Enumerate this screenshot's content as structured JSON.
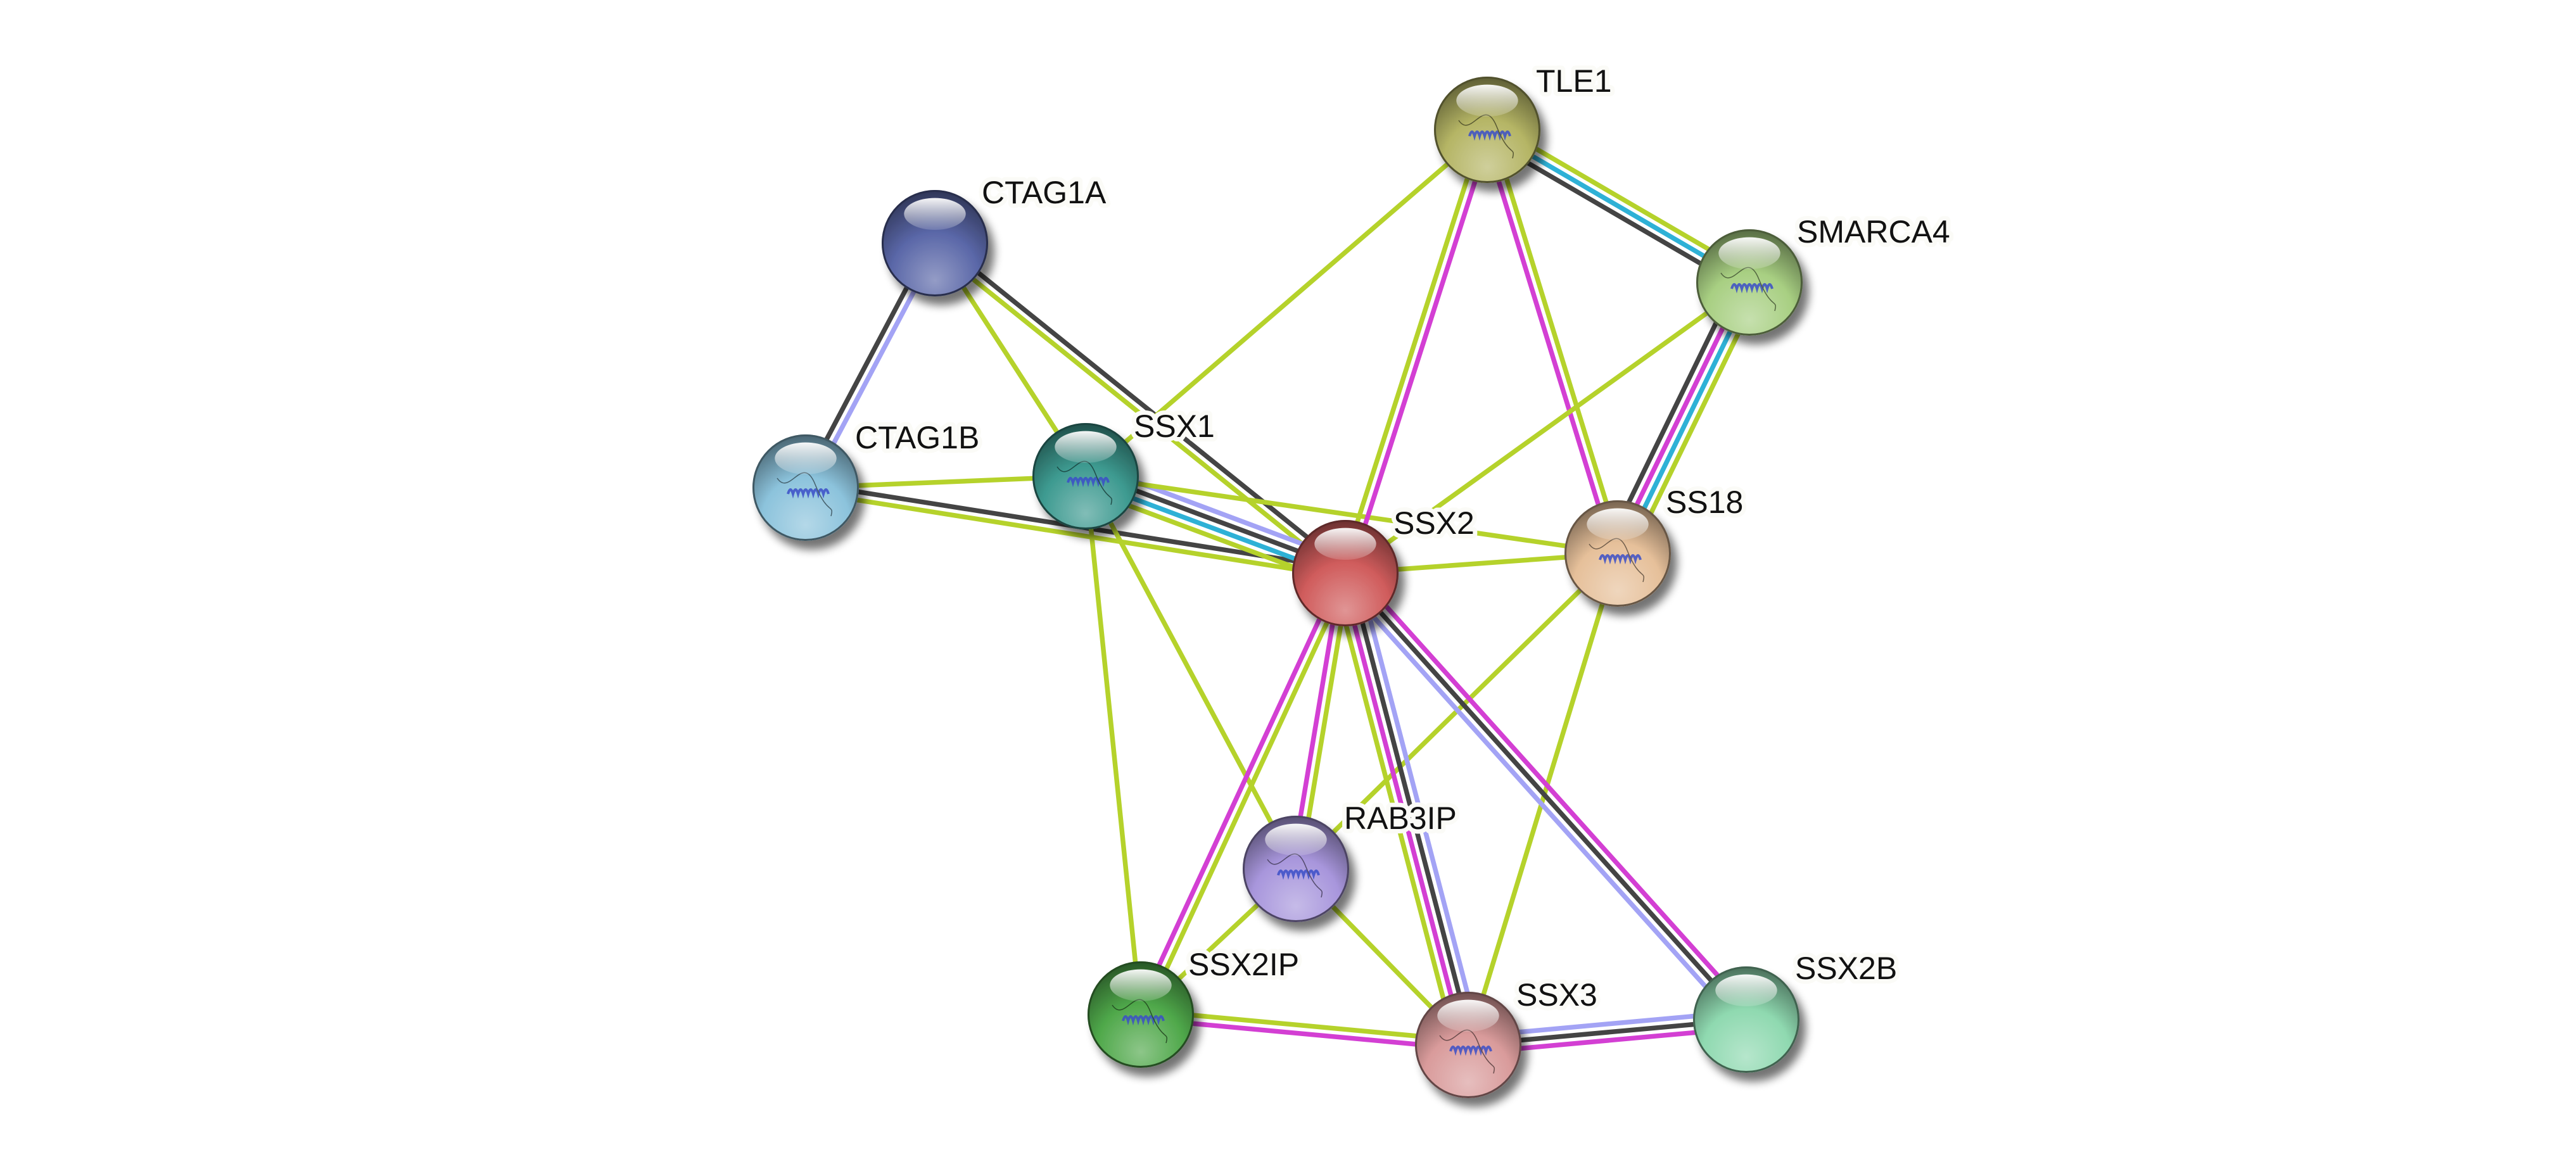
{
  "network": {
    "colors": {
      "textmining": "#b5d22b",
      "experiments": "#d33fd3",
      "coexpression": "#444444",
      "databases": "#2eb1d6",
      "homology": "#a3a3f5"
    },
    "nodes": [
      {
        "id": "TLE1",
        "label": "TLE1",
        "color": "#b5b565",
        "structure": true
      },
      {
        "id": "CTAG1A",
        "label": "CTAG1A",
        "color": "#5a67a8",
        "structure": false
      },
      {
        "id": "SMARCA4",
        "label": "SMARCA4",
        "color": "#a8cf82",
        "structure": true
      },
      {
        "id": "CTAG1B",
        "label": "CTAG1B",
        "color": "#8cc3dc",
        "structure": true
      },
      {
        "id": "SSX1",
        "label": "SSX1",
        "color": "#3d9a90",
        "structure": true
      },
      {
        "id": "SSX2",
        "label": "SSX2",
        "color": "#d05c5c",
        "structure": false
      },
      {
        "id": "SS18",
        "label": "SS18",
        "color": "#e6c09a",
        "structure": true
      },
      {
        "id": "RAB3IP",
        "label": "RAB3IP",
        "color": "#a896dc",
        "structure": true
      },
      {
        "id": "SSX2IP",
        "label": "SSX2IP",
        "color": "#4fa84a",
        "structure": true
      },
      {
        "id": "SSX3",
        "label": "SSX3",
        "color": "#d99b9b",
        "structure": true
      },
      {
        "id": "SSX2B",
        "label": "SSX2B",
        "color": "#8fd9b0",
        "structure": false
      }
    ],
    "edges": [
      {
        "a": "CTAG1A",
        "b": "CTAG1B",
        "types": [
          "homology",
          "coexpression"
        ]
      },
      {
        "a": "CTAG1A",
        "b": "SSX1",
        "types": [
          "textmining"
        ]
      },
      {
        "a": "CTAG1A",
        "b": "SSX2",
        "types": [
          "coexpression",
          "textmining"
        ]
      },
      {
        "a": "CTAG1B",
        "b": "SSX1",
        "types": [
          "textmining"
        ]
      },
      {
        "a": "CTAG1B",
        "b": "SSX2",
        "types": [
          "coexpression",
          "textmining"
        ]
      },
      {
        "a": "SSX1",
        "b": "SSX2",
        "types": [
          "homology",
          "coexpression",
          "databases",
          "textmining"
        ]
      },
      {
        "a": "SSX1",
        "b": "TLE1",
        "types": [
          "textmining"
        ]
      },
      {
        "a": "SSX1",
        "b": "SS18",
        "types": [
          "textmining"
        ]
      },
      {
        "a": "SSX1",
        "b": "RAB3IP",
        "types": [
          "textmining"
        ]
      },
      {
        "a": "SSX1",
        "b": "SSX2IP",
        "types": [
          "textmining"
        ]
      },
      {
        "a": "TLE1",
        "b": "SSX2",
        "types": [
          "experiments",
          "textmining"
        ]
      },
      {
        "a": "TLE1",
        "b": "SS18",
        "types": [
          "textmining",
          "experiments"
        ]
      },
      {
        "a": "TLE1",
        "b": "SMARCA4",
        "types": [
          "textmining",
          "databases",
          "coexpression"
        ]
      },
      {
        "a": "SMARCA4",
        "b": "SSX2",
        "types": [
          "textmining"
        ]
      },
      {
        "a": "SMARCA4",
        "b": "SS18",
        "types": [
          "textmining",
          "databases",
          "experiments",
          "coexpression"
        ]
      },
      {
        "a": "SSX2",
        "b": "SS18",
        "types": [
          "textmining"
        ]
      },
      {
        "a": "SS18",
        "b": "RAB3IP",
        "types": [
          "textmining"
        ]
      },
      {
        "a": "SS18",
        "b": "SSX3",
        "types": [
          "textmining"
        ]
      },
      {
        "a": "SSX2",
        "b": "RAB3IP",
        "types": [
          "textmining",
          "experiments"
        ]
      },
      {
        "a": "SSX2",
        "b": "SSX2IP",
        "types": [
          "textmining",
          "experiments"
        ]
      },
      {
        "a": "SSX2",
        "b": "SSX3",
        "types": [
          "homology",
          "coexpression",
          "experiments",
          "textmining"
        ]
      },
      {
        "a": "SSX2",
        "b": "SSX2B",
        "types": [
          "experiments",
          "coexpression",
          "homology"
        ]
      },
      {
        "a": "RAB3IP",
        "b": "SSX2IP",
        "types": [
          "textmining"
        ]
      },
      {
        "a": "RAB3IP",
        "b": "SSX3",
        "types": [
          "textmining"
        ]
      },
      {
        "a": "SSX2IP",
        "b": "SSX3",
        "types": [
          "textmining",
          "experiments"
        ]
      },
      {
        "a": "SSX3",
        "b": "SSX2B",
        "types": [
          "homology",
          "coexpression",
          "experiments"
        ]
      }
    ]
  }
}
